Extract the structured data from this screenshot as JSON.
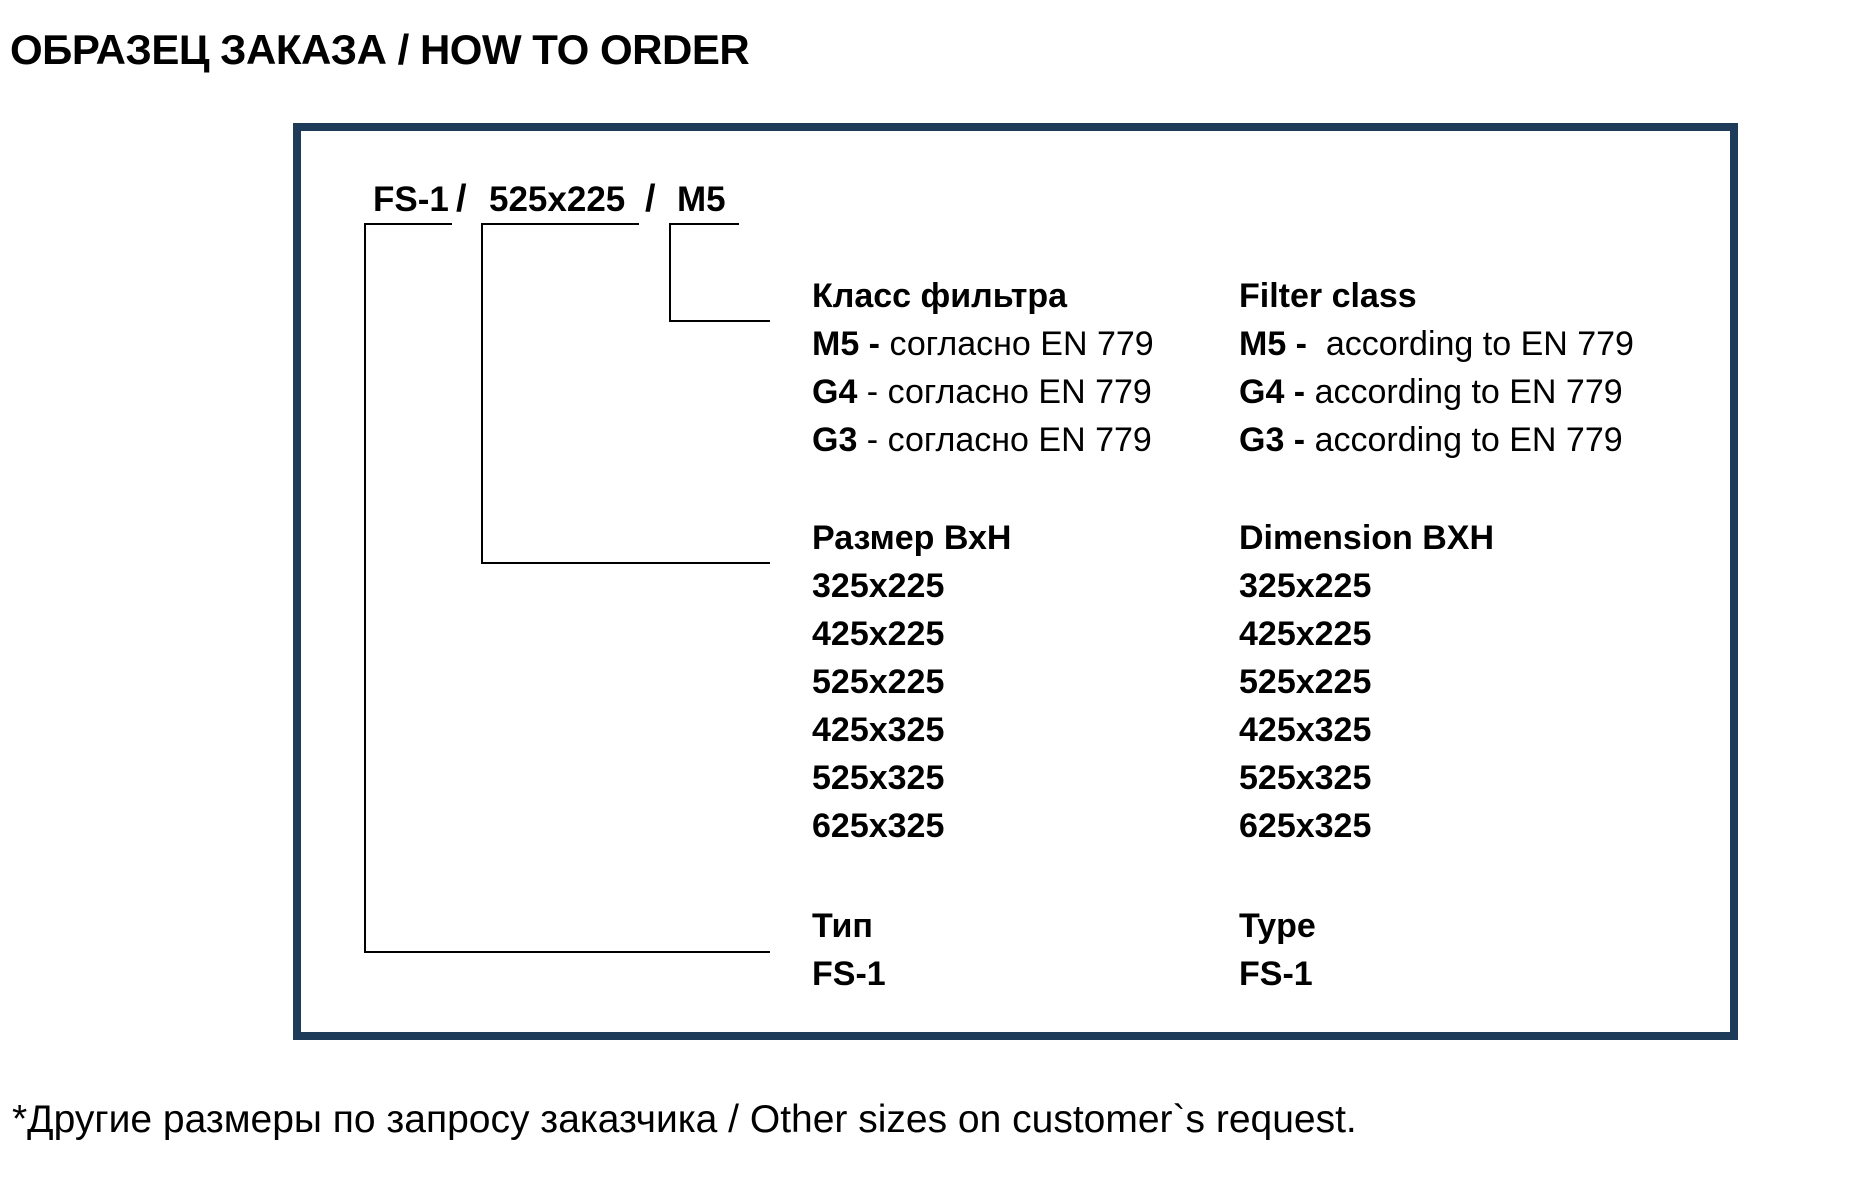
{
  "title": "ОБРАЗЕЦ ЗАКАЗА / HOW TO ORDER",
  "code": {
    "type": "FS-1",
    "sep1": "/",
    "size": "525x225",
    "sep2": "/",
    "class": "M5"
  },
  "filter_class": {
    "ru": {
      "heading": "Класс фильтра",
      "rows": [
        {
          "code": "M5 -",
          "text": " согласно EN 779"
        },
        {
          "code": "G4",
          "text": " - согласно EN 779"
        },
        {
          "code": "G3",
          "text": " - согласно EN 779"
        }
      ]
    },
    "en": {
      "heading": "Filter class",
      "rows": [
        {
          "code": "M5 -",
          "text": "  according to EN 779"
        },
        {
          "code": "G4 -",
          "text": " according to EN 779"
        },
        {
          "code": "G3 -",
          "text": " according to EN 779"
        }
      ]
    }
  },
  "dimension": {
    "ru": {
      "heading": "Размер ВхН",
      "rows": [
        "325x225",
        "425x225",
        "525x225",
        "425x325",
        "525x325",
        "625x325"
      ]
    },
    "en": {
      "heading": "Dimension BXH",
      "rows": [
        "325x225",
        "425x225",
        "525x225",
        "425x325",
        "525x325",
        "625x325"
      ]
    }
  },
  "type": {
    "ru": {
      "heading": "Тип",
      "value": "FS-1"
    },
    "en": {
      "heading": "Type",
      "value": "FS-1"
    }
  },
  "footnote": "*Другие размеры по запросу заказчика / Other sizes on customer`s request.",
  "colors": {
    "frame": "#1f3b5a",
    "lines": "#000000"
  }
}
